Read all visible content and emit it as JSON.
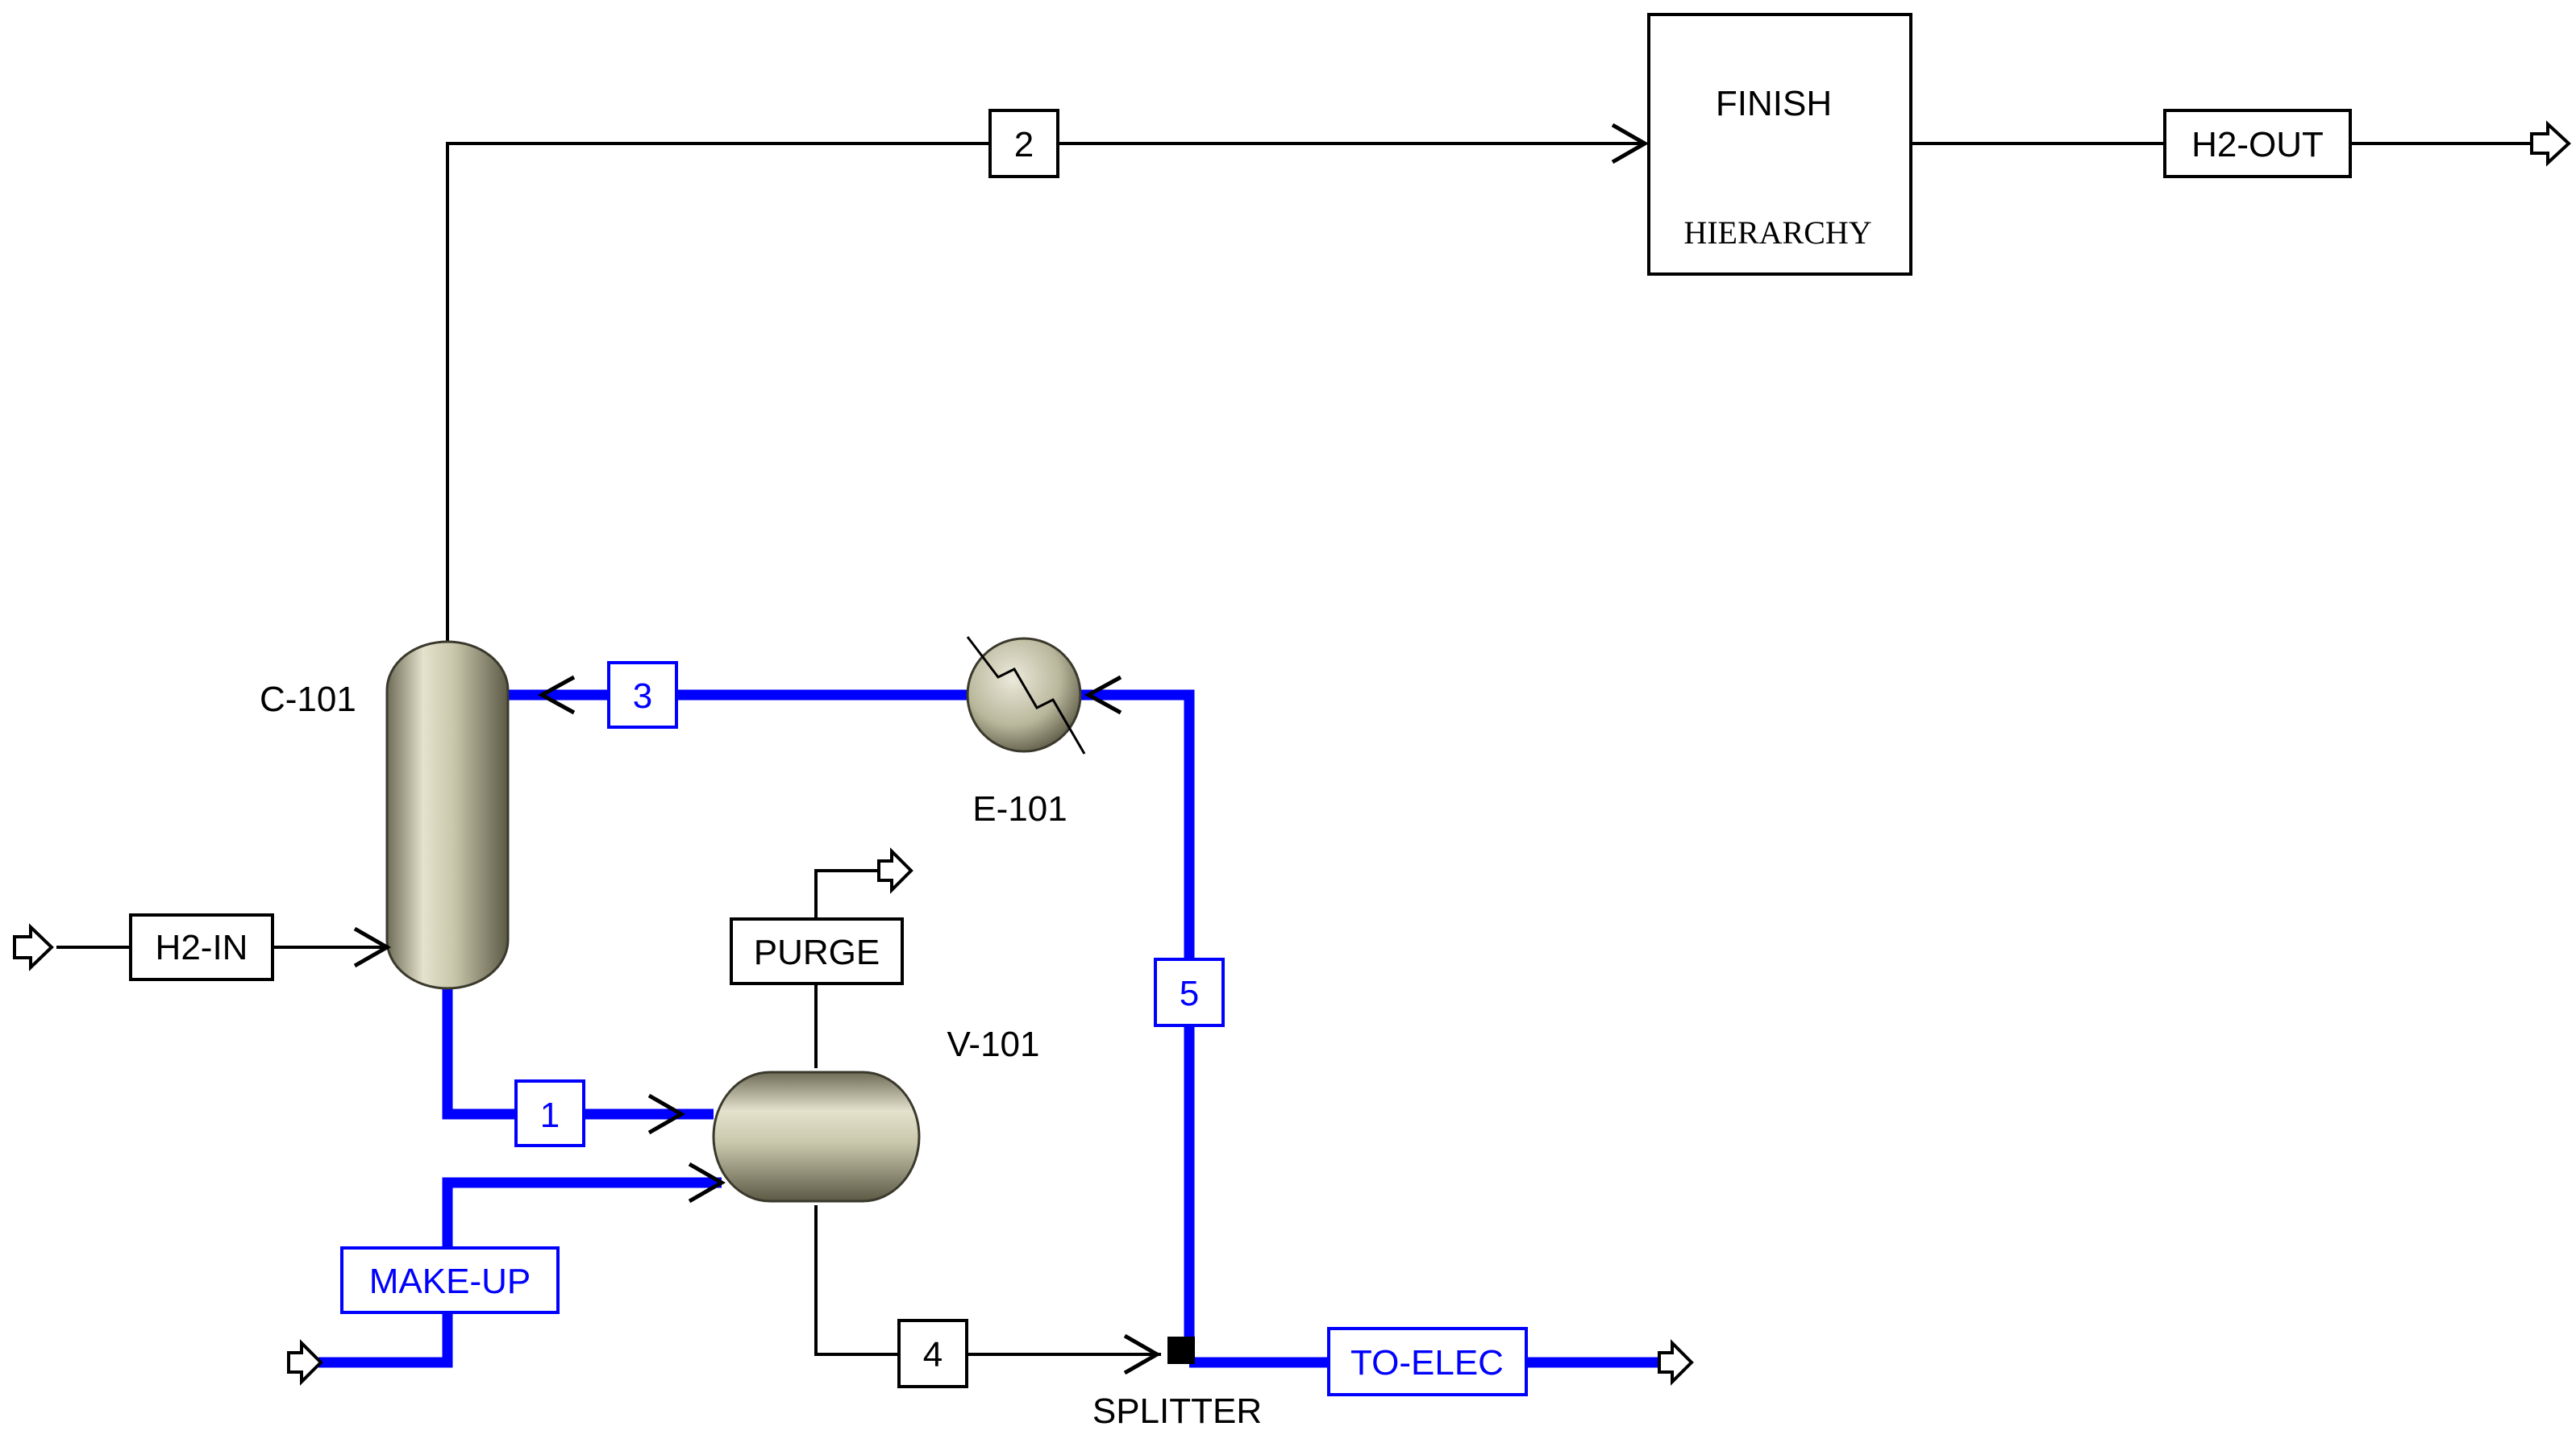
{
  "units": {
    "column": "C-101",
    "heat_exchanger": "E-101",
    "vessel": "V-101",
    "splitter": "SPLITTER",
    "hierarchy_title": "FINISH",
    "hierarchy_subtitle": "HIERARCHY"
  },
  "streams": {
    "s1": "1",
    "s2": "2",
    "s3": "3",
    "s4": "4",
    "s5": "5",
    "h2_in": "H2-IN",
    "h2_out": "H2-OUT",
    "purge": "PURGE",
    "make_up": "MAKE-UP",
    "to_elec": "TO-ELEC"
  },
  "colors": {
    "liquid_stream": "#0000ff",
    "vapor_stream": "#000000",
    "equipment_fill": "#c8c6a6"
  },
  "icons": {
    "feed_arrow": "open-arrow-icon",
    "product_arrow": "open-arrow-icon",
    "flow_arrowhead": "chevron-arrow-icon"
  }
}
